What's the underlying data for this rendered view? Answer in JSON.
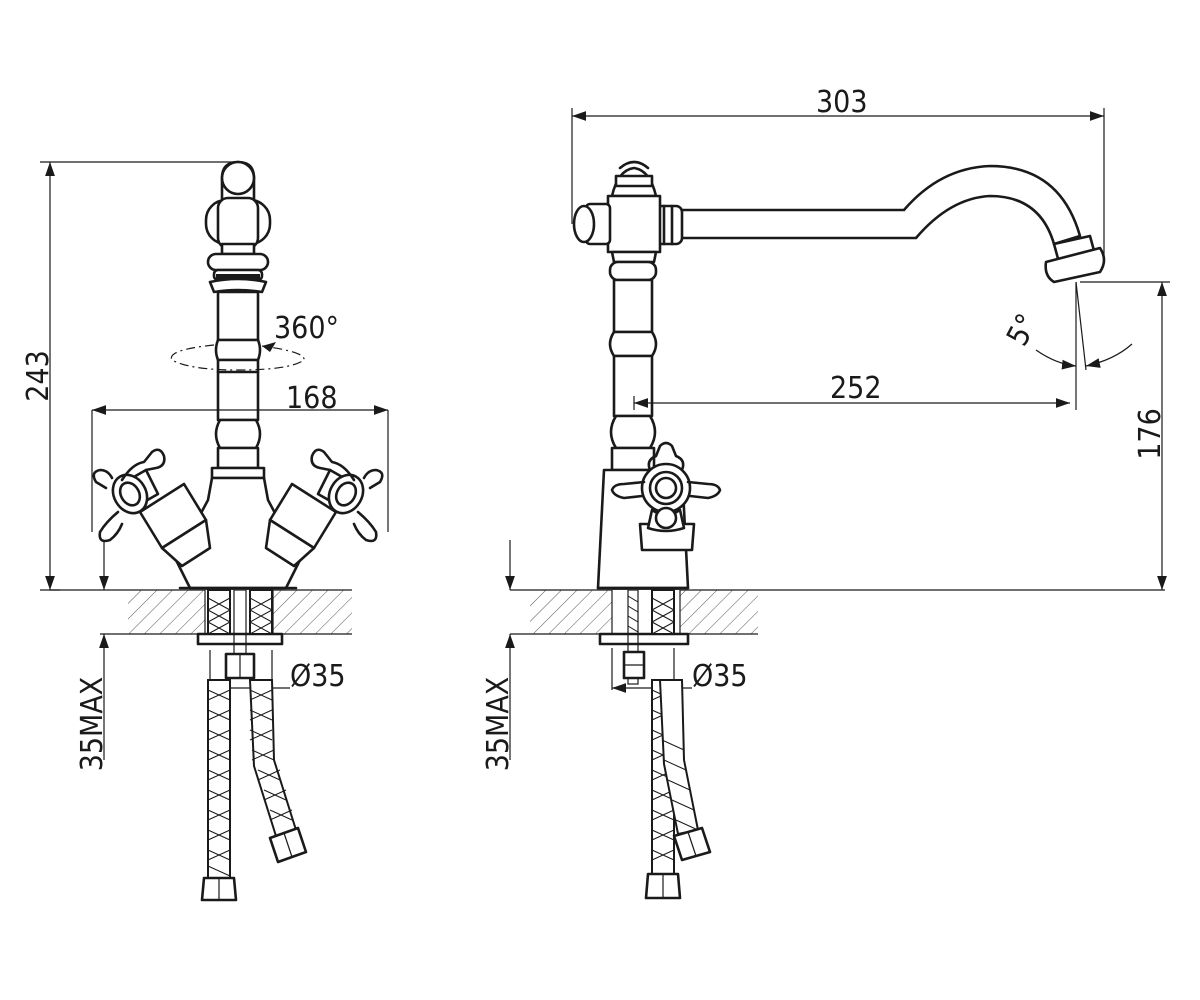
{
  "dimensions": {
    "total_height": "243",
    "rotation": "360°",
    "handle_span": "168",
    "hole_diameter_front": "Ø35",
    "max_thickness_front": "35MAX",
    "spout_length": "303",
    "spout_reach": "252",
    "spout_tilt": "5°",
    "spout_height": "176",
    "hole_diameter_side": "Ø35",
    "max_thickness_side": "35MAX"
  }
}
